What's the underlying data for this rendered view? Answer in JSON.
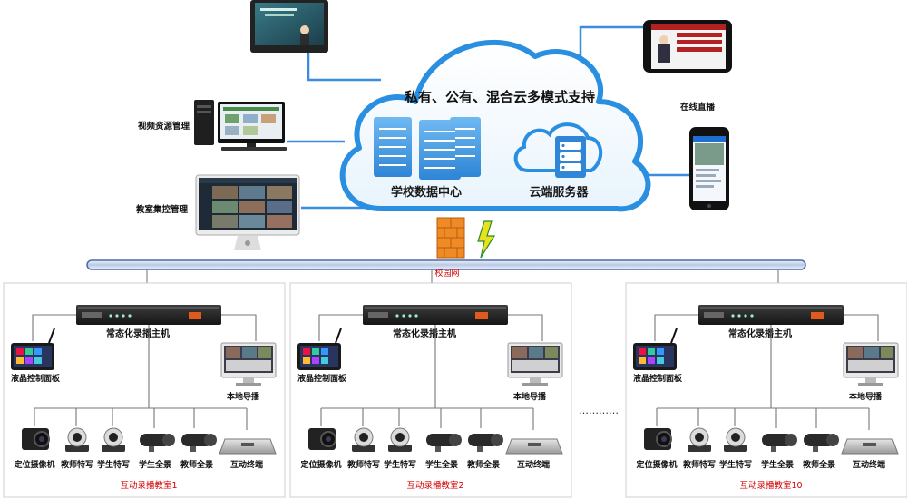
{
  "cloud": {
    "title": "私有、公有、混合云多模式支持",
    "datacenter": "学校数据中心",
    "cloud_server": "云端服务器"
  },
  "left_clients": {
    "video_mgmt": "视频资源管理",
    "classroom_ctrl": "教室集控管理"
  },
  "right_clients": {
    "live": "在线直播"
  },
  "network": {
    "label": "校园网"
  },
  "colors": {
    "link_line": "#3b8be0",
    "cloud_outline": "#2a8fe0",
    "room_label": "#d40000",
    "network_label": "#cc0000"
  },
  "ellipsis": "…………",
  "classrooms": [
    {
      "host": "常态化录播主机",
      "panel": "液晶控制面板",
      "director": "本地导播",
      "devices": [
        "定位摄像机",
        "教师特写",
        "学生特写",
        "学生全景",
        "教师全景",
        "互动终端"
      ],
      "name": "互动录播教室1"
    },
    {
      "host": "常态化录播主机",
      "panel": "液晶控制面板",
      "director": "本地导播",
      "devices": [
        "定位摄像机",
        "教师特写",
        "学生特写",
        "学生全景",
        "教师全景",
        "互动终端"
      ],
      "name": "互动录播教室2"
    },
    {
      "host": "常态化录播主机",
      "panel": "液晶控制面板",
      "director": "本地导播",
      "devices": [
        "定位摄像机",
        "教师特写",
        "学生特写",
        "学生全景",
        "教师全景",
        "互动终端"
      ],
      "name": "互动录播教室10"
    }
  ]
}
